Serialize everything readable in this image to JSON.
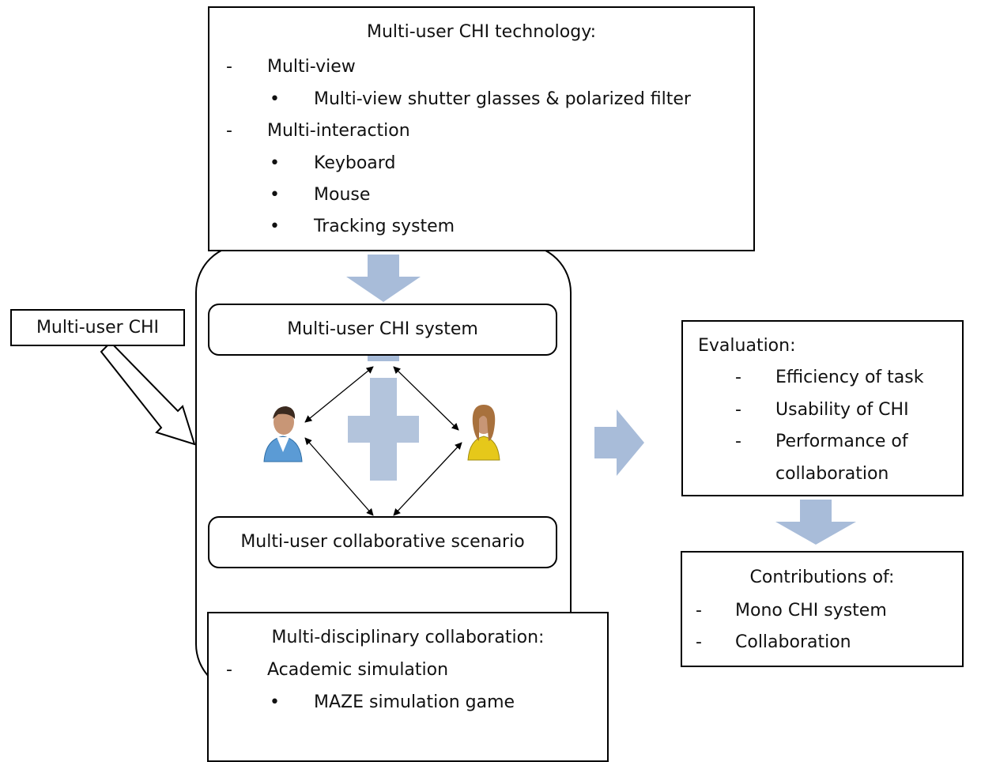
{
  "tech_box": {
    "title": "Multi-user CHI technology:",
    "items": [
      {
        "marker": "-",
        "text": "Multi-view"
      },
      {
        "marker": "•",
        "text": "Multi-view shutter glasses & polarized filter"
      },
      {
        "marker": "-",
        "text": "Multi-interaction"
      },
      {
        "marker": "•",
        "text": "Keyboard"
      },
      {
        "marker": "•",
        "text": "Mouse"
      },
      {
        "marker": "•",
        "text": "Tracking system"
      }
    ]
  },
  "label_box": {
    "text": "Multi-user CHI"
  },
  "center": {
    "system_label": "Multi-user CHI system",
    "scenario_label": "Multi-user collaborative scenario"
  },
  "eval_box": {
    "title": "Evaluation:",
    "items": [
      {
        "marker": "-",
        "text": "Efficiency of task"
      },
      {
        "marker": "-",
        "text": "Usability of CHI"
      },
      {
        "marker": "-",
        "text": "Performance of"
      },
      {
        "marker": "",
        "text": "collaboration"
      }
    ]
  },
  "contrib_box": {
    "title": "Contributions of:",
    "items": [
      {
        "marker": "-",
        "text": "Mono CHI system"
      },
      {
        "marker": "-",
        "text": "Collaboration"
      }
    ]
  },
  "collab_box": {
    "title": "Multi-disciplinary collaboration:",
    "items": [
      {
        "marker": "-",
        "text": "Academic simulation"
      },
      {
        "marker": "•",
        "text": "MAZE simulation game"
      }
    ]
  },
  "colors": {
    "block_arrow": "#a8bcd9",
    "plus": "#b3c4dc"
  }
}
